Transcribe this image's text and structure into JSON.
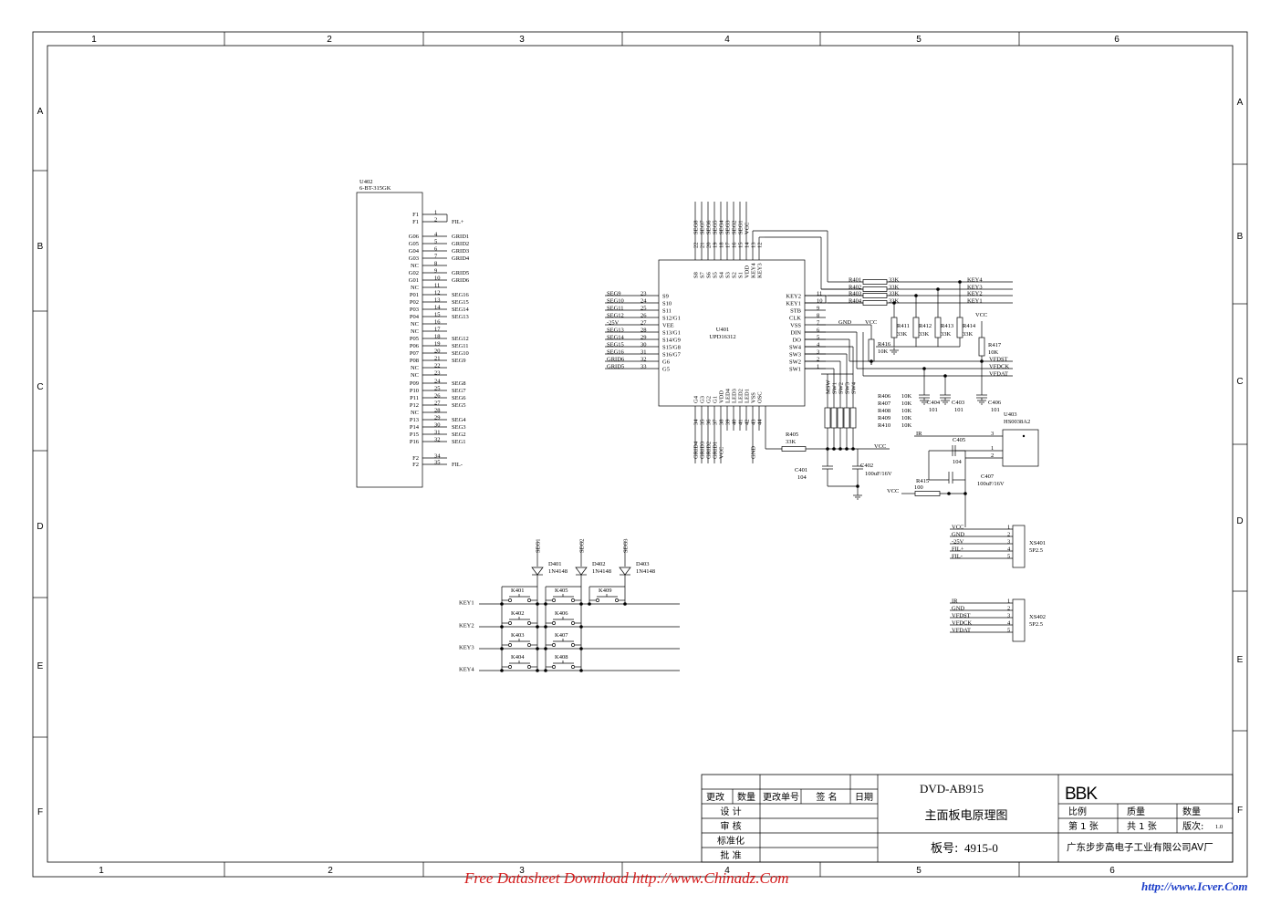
{
  "border": {
    "columns": [
      "1",
      "2",
      "3",
      "4",
      "5",
      "6"
    ],
    "rows": [
      "A",
      "B",
      "C",
      "D",
      "E",
      "F"
    ]
  },
  "u402": {
    "ref": "U402",
    "part": "6-BT-315GK",
    "pins": [
      {
        "name": "F1",
        "num": "1",
        "net": ""
      },
      {
        "name": "F1",
        "num": "2",
        "net": "FIL+"
      },
      {
        "name": "G06",
        "num": "4",
        "net": "GRID1"
      },
      {
        "name": "G05",
        "num": "5",
        "net": "GRID2"
      },
      {
        "name": "G04",
        "num": "6",
        "net": "GRID3"
      },
      {
        "name": "G03",
        "num": "7",
        "net": "GRID4"
      },
      {
        "name": "NC",
        "num": "8",
        "net": ""
      },
      {
        "name": "G02",
        "num": "9",
        "net": "GRID5"
      },
      {
        "name": "G01",
        "num": "10",
        "net": "GRID6"
      },
      {
        "name": "NC",
        "num": "11",
        "net": ""
      },
      {
        "name": "P01",
        "num": "12",
        "net": "SEG16"
      },
      {
        "name": "P02",
        "num": "13",
        "net": "SEG15"
      },
      {
        "name": "P03",
        "num": "14",
        "net": "SEG14"
      },
      {
        "name": "P04",
        "num": "15",
        "net": "SEG13"
      },
      {
        "name": "NC",
        "num": "16",
        "net": ""
      },
      {
        "name": "NC",
        "num": "17",
        "net": ""
      },
      {
        "name": "P05",
        "num": "18",
        "net": "SEG12"
      },
      {
        "name": "P06",
        "num": "19",
        "net": "SEG11"
      },
      {
        "name": "P07",
        "num": "20",
        "net": "SEG10"
      },
      {
        "name": "P08",
        "num": "21",
        "net": "SEG9"
      },
      {
        "name": "NC",
        "num": "22",
        "net": ""
      },
      {
        "name": "NC",
        "num": "23",
        "net": ""
      },
      {
        "name": "P09",
        "num": "24",
        "net": "SEG8"
      },
      {
        "name": "P10",
        "num": "25",
        "net": "SEG7"
      },
      {
        "name": "P11",
        "num": "26",
        "net": "SEG6"
      },
      {
        "name": "P12",
        "num": "27",
        "net": "SEG5"
      },
      {
        "name": "NC",
        "num": "28",
        "net": ""
      },
      {
        "name": "P13",
        "num": "29",
        "net": "SEG4"
      },
      {
        "name": "P14",
        "num": "30",
        "net": "SEG3"
      },
      {
        "name": "P15",
        "num": "31",
        "net": "SEG2"
      },
      {
        "name": "P16",
        "num": "32",
        "net": "SEG1"
      },
      {
        "name": "F2",
        "num": "34",
        "net": ""
      },
      {
        "name": "F2",
        "num": "35",
        "net": "FIL-"
      }
    ]
  },
  "u401": {
    "ref": "U401",
    "part": "UPD16312",
    "left": [
      {
        "net": "SEG9",
        "num": "23",
        "pin": "S9"
      },
      {
        "net": "SEG10",
        "num": "24",
        "pin": "S10"
      },
      {
        "net": "SEG11",
        "num": "25",
        "pin": "S11"
      },
      {
        "net": "SEG12",
        "num": "26",
        "pin": "S12/G1"
      },
      {
        "net": "-25V",
        "num": "27",
        "pin": "VEE"
      },
      {
        "net": "SEG13",
        "num": "28",
        "pin": "S13/G1"
      },
      {
        "net": "SEG14",
        "num": "29",
        "pin": "S14/G9"
      },
      {
        "net": "SEG15",
        "num": "30",
        "pin": "S15/G8"
      },
      {
        "net": "SEG16",
        "num": "31",
        "pin": "S16/G7"
      },
      {
        "net": "GRID6",
        "num": "32",
        "pin": "G6"
      },
      {
        "net": "GRID5",
        "num": "33",
        "pin": "G5"
      }
    ],
    "top": [
      {
        "net": "SEG8",
        "num": "22",
        "pin": "S8"
      },
      {
        "net": "SEG7",
        "num": "21",
        "pin": "S7"
      },
      {
        "net": "SEG6",
        "num": "20",
        "pin": "S6"
      },
      {
        "net": "SEG5",
        "num": "19",
        "pin": "S5"
      },
      {
        "net": "SEG4",
        "num": "18",
        "pin": "S4"
      },
      {
        "net": "SEG3",
        "num": "17",
        "pin": "S3"
      },
      {
        "net": "SEG2",
        "num": "16",
        "pin": "S2"
      },
      {
        "net": "SEG1",
        "num": "15",
        "pin": "S1"
      },
      {
        "net": "VCC",
        "num": "14",
        "pin": "VDD"
      },
      {
        "net": "",
        "num": "13",
        "pin": "KEY4"
      },
      {
        "net": "",
        "num": "12",
        "pin": "KEY3"
      }
    ],
    "right": [
      {
        "pin": "KEY2",
        "num": "11"
      },
      {
        "pin": "KEY1",
        "num": "10"
      },
      {
        "pin": "STB",
        "num": "9"
      },
      {
        "pin": "CLK",
        "num": "8"
      },
      {
        "pin": "VSS",
        "num": "7"
      },
      {
        "pin": "DIN",
        "num": "6"
      },
      {
        "pin": "DO",
        "num": "5"
      },
      {
        "pin": "SW4",
        "num": "4"
      },
      {
        "pin": "SW3",
        "num": "3"
      },
      {
        "pin": "SW2",
        "num": "2"
      },
      {
        "pin": "SW1",
        "num": "1"
      }
    ],
    "bottom": [
      {
        "pin": "G4",
        "num": "34",
        "net": "GRID4"
      },
      {
        "pin": "G3",
        "num": "35",
        "net": "GRID3"
      },
      {
        "pin": "G2",
        "num": "36",
        "net": "GRID2"
      },
      {
        "pin": "G1",
        "num": "37",
        "net": "GRID1"
      },
      {
        "pin": "VDD",
        "num": "38",
        "net": "VCC"
      },
      {
        "pin": "LED4",
        "num": "39",
        "net": ""
      },
      {
        "pin": "LED3",
        "num": "40",
        "net": ""
      },
      {
        "pin": "LED2",
        "num": "41",
        "net": ""
      },
      {
        "pin": "LED1",
        "num": "42",
        "net": ""
      },
      {
        "pin": "VSS",
        "num": "43",
        "net": "GND"
      },
      {
        "pin": "OSC",
        "num": "44",
        "net": ""
      }
    ]
  },
  "right_side": {
    "gnd": "GND",
    "vcc": "VCC",
    "rp": [
      {
        "ref": "R401",
        "val": "33K",
        "key": "KEY4"
      },
      {
        "ref": "R402",
        "val": "33K",
        "key": "KEY3"
      },
      {
        "ref": "R403",
        "val": "33K",
        "key": "KEY2"
      },
      {
        "ref": "R404",
        "val": "33K",
        "key": "KEY1"
      }
    ],
    "rv": [
      {
        "ref": "R411",
        "val": "33K"
      },
      {
        "ref": "R412",
        "val": "33K"
      },
      {
        "ref": "R413",
        "val": "33K"
      },
      {
        "ref": "R414",
        "val": "33K"
      }
    ],
    "r416": {
      "ref": "R416",
      "val": "10K"
    },
    "r417": {
      "ref": "R417",
      "val": "10K"
    },
    "vf": [
      "VFDST",
      "VFDCK",
      "VFDAT"
    ],
    "sw": [
      "MSW",
      "SW1",
      "SW2",
      "SW3",
      "SW4"
    ],
    "r406": [
      {
        "ref": "R406",
        "val": "10K"
      },
      {
        "ref": "R407",
        "val": "10K"
      },
      {
        "ref": "R408",
        "val": "10K"
      },
      {
        "ref": "R409",
        "val": "10K"
      },
      {
        "ref": "R410",
        "val": "10K"
      }
    ],
    "c404": {
      "ref": "C404",
      "val": "101"
    },
    "c403": {
      "ref": "C403",
      "val": "101"
    },
    "c406": {
      "ref": "C406",
      "val": "101"
    },
    "u403": {
      "ref": "U403",
      "part": "HS0038A2",
      "ir": "IR"
    },
    "c405": {
      "ref": "C405",
      "val": "104"
    },
    "c407": {
      "ref": "C407",
      "val": "100uF/16V"
    },
    "r415": {
      "ref": "R415",
      "val": "100"
    },
    "r405": {
      "ref": "R405",
      "val": "33K"
    },
    "c401": {
      "ref": "C401",
      "val": "104"
    },
    "c402": {
      "ref": "C402",
      "val": "100uF/16V"
    }
  },
  "xs401": {
    "ref": "XS401",
    "part": "5P2.5",
    "nets": [
      "VCC",
      "GND",
      "-25V",
      "FIL+",
      "FIL-"
    ],
    "pins": [
      "1",
      "2",
      "3",
      "4",
      "5"
    ]
  },
  "xs402": {
    "ref": "XS402",
    "part": "5P2.5",
    "nets": [
      "IR",
      "GND",
      "VFDST",
      "VFDCK",
      "VFDAT"
    ],
    "pins": [
      "1",
      "2",
      "3",
      "4",
      "5"
    ]
  },
  "keys": {
    "diodes": [
      {
        "ref": "D401",
        "part": "1N4148",
        "seg": "SEG1"
      },
      {
        "ref": "D402",
        "part": "1N4148",
        "seg": "SEG2"
      },
      {
        "ref": "D403",
        "part": "1N4148",
        "seg": "SEG3"
      }
    ],
    "rows": [
      "KEY1",
      "KEY2",
      "KEY3",
      "KEY4"
    ],
    "switches": [
      "K401",
      "K405",
      "K409",
      "K402",
      "K406",
      "K403",
      "K407",
      "K404",
      "K408"
    ]
  },
  "title_block": {
    "h": [
      "更改",
      "数量",
      "更改单号",
      "签 名",
      "日期"
    ],
    "rows": [
      "设  计",
      "审  核",
      "标准化",
      "批  准"
    ],
    "model": "DVD-AB915",
    "title": "主面板电原理图",
    "board_label": "板号:",
    "board_no": "4915-0",
    "brand": "BBK",
    "scale": "比例",
    "quality": "质量",
    "qty": "数量",
    "sheet": "第 1 张",
    "total": "共 1 张",
    "ver_label": "版次:",
    "ver": "1.0",
    "company": "广东步步高电子工业有限公司AV厂"
  },
  "footer": {
    "left": "Free Datasheet Download http://www.Chinadz.Com",
    "right": "http://www.Icver.Com"
  }
}
